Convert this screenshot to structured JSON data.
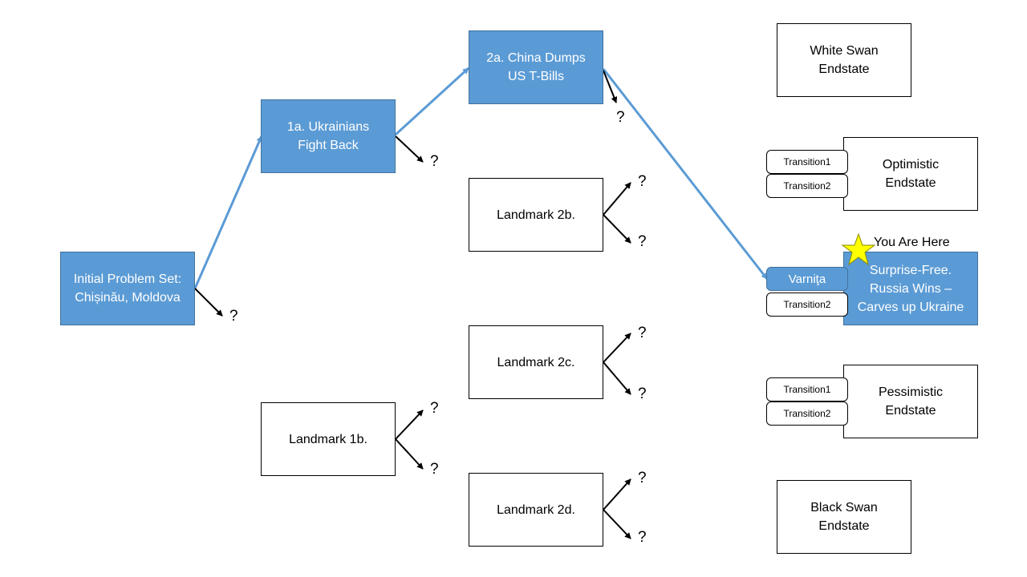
{
  "nodes": {
    "initial": "Initial Problem Set:\nChișinău, Moldova",
    "n1a": "1a. Ukrainians\nFight Back",
    "n1b": "Landmark 1b.",
    "n2a": "2a. China Dumps\nUS T-Bills",
    "n2b": "Landmark 2b.",
    "n2c": "Landmark 2c.",
    "n2d": "Landmark 2d.",
    "white_swan": "White Swan\nEndstate",
    "optimistic": "Optimistic\nEndstate",
    "surprise_free": "Surprise-Free.\nRussia Wins –\nCarves up Ukraine",
    "pessimistic": "Pessimistic\nEndstate",
    "black_swan": "Black Swan\nEndstate"
  },
  "transitions": {
    "opt_t1": "Transition1",
    "opt_t2": "Transition2",
    "sf_t1": "Varniţa",
    "sf_t2": "Transition2",
    "pes_t1": "Transition1",
    "pes_t2": "Transition2"
  },
  "unknown_marker": "?",
  "you_are_here": "You Are Here",
  "colors": {
    "active_fill": "#5b9bd5",
    "active_border": "#41719c",
    "active_path": "#5b9bd5",
    "star": "#ffff00"
  }
}
